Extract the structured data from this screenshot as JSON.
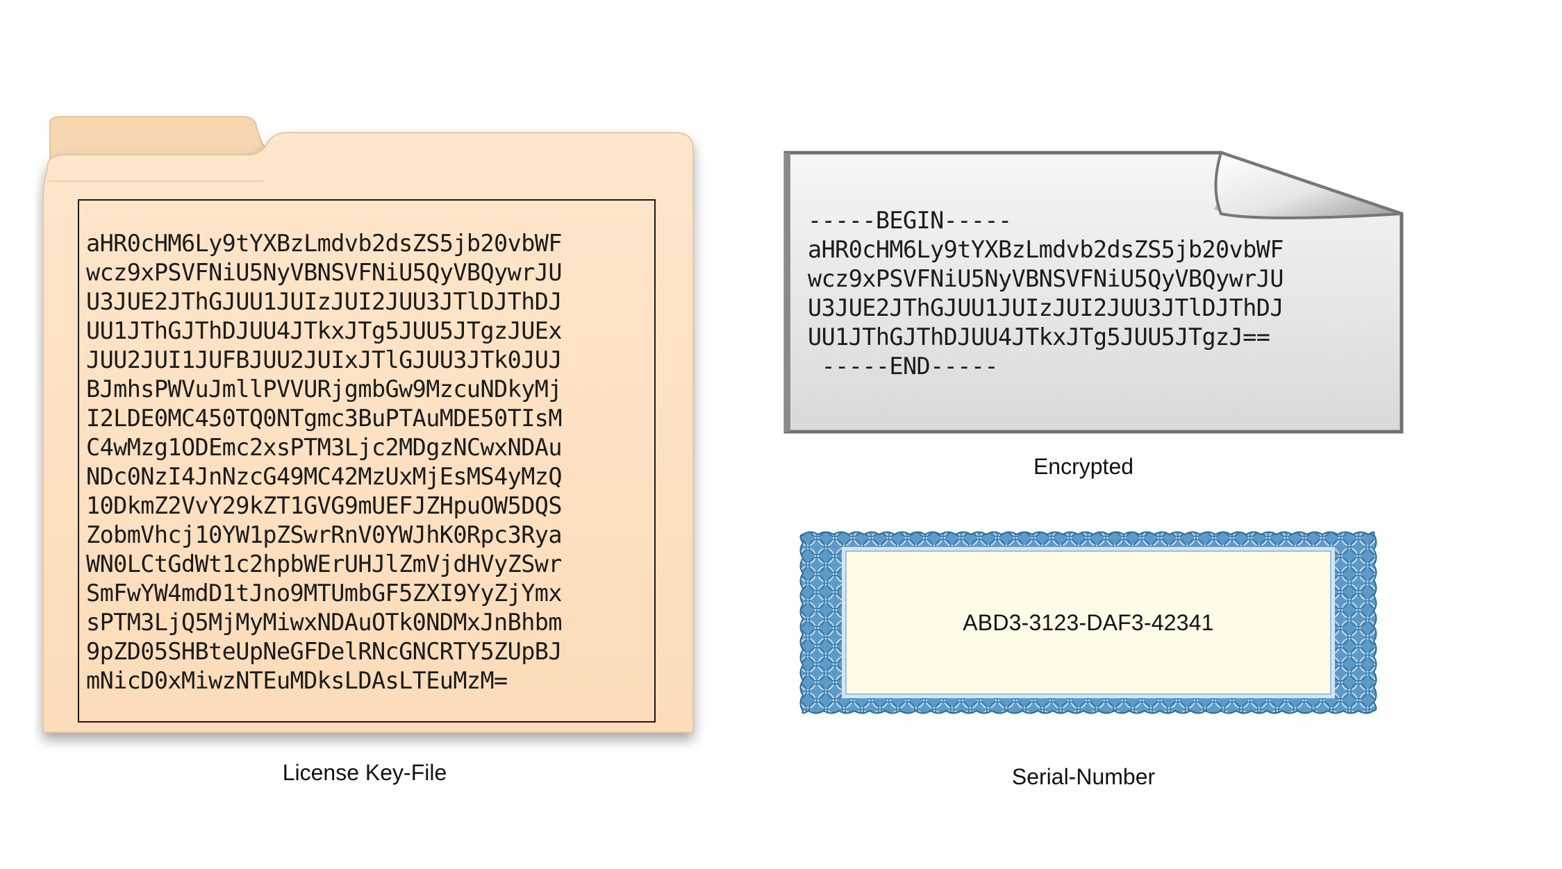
{
  "license_keyfile": {
    "caption": "License Key-File",
    "lines": [
      "aHR0cHM6Ly9tYXBzLmdvb2dsZS5jb20vbWF",
      "wcz9xPSVFNiU5NyVBNSVFNiU5QyVBQywrJU",
      "U3JUE2JThGJUU1JUIzJUI2JUU3JTlDJThDJ",
      "UU1JThGJThDJUU4JTkxJTg5JUU5JTgzJUEx",
      "JUU2JUI1JUFBJUU2JUIxJTlGJUU3JTk0JUJ",
      "BJmhsPWVuJmllPVVURjgmbGw9MzcuNDkyMj",
      "I2LDE0MC450TQ0NTgmc3BuPTAuMDE50TIsM",
      "C4wMzg1ODEmc2xsPTM3Ljc2MDgzNCwxNDAu",
      "NDc0NzI4JnNzcG49MC42MzUxMjEsMS4yMzQ",
      "10DkmZ2VvY29kZT1GVG9mUEFJZHpuOW5DQS",
      "ZobmVhcj10YW1pZSwrRnV0YWJhK0Rpc3Rya",
      "WN0LCtGdWt1c2hpbWErUHJlZmVjdHVyZSwr",
      "SmFwYW4mdD1tJno9MTUmbGF5ZXI9YyZjYmx",
      "sPTM3LjQ5MjMyMiwxNDAuOTk0NDMxJnBhbm",
      "9pZD05SHBteUpNeGFDelRNcGNCRTY5ZUpBJ",
      "mNicD0xMiwzNTEuMDksLDAsLTEuMzM="
    ]
  },
  "encrypted": {
    "caption": "Encrypted",
    "lines": [
      "-----BEGIN-----",
      "aHR0cHM6Ly9tYXBzLmdvb2dsZS5jb20vbWF",
      "wcz9xPSVFNiU5NyVBNSVFNiU5QyVBQywrJU",
      "U3JUE2JThGJUU1JUIzJUI2JUU3JTlDJThDJ",
      "UU1JThGJThDJUU4JTkxJTg5JUU5JTgzJ==",
      " -----END-----"
    ]
  },
  "serial_number": {
    "caption": "Serial-Number",
    "value": "ABD3-3123-DAF3-42341"
  },
  "colors": {
    "folder_fill": "#fde3c4",
    "folder_back": "#fbdcb8",
    "folder_edge": "#d9b78f",
    "page_fill_top": "#f4f4f4",
    "page_fill_bottom": "#d8d8d8",
    "page_edge": "#6f6f6f",
    "certificate_border": "#3a7fb4",
    "certificate_inner": "#fffbe6"
  }
}
